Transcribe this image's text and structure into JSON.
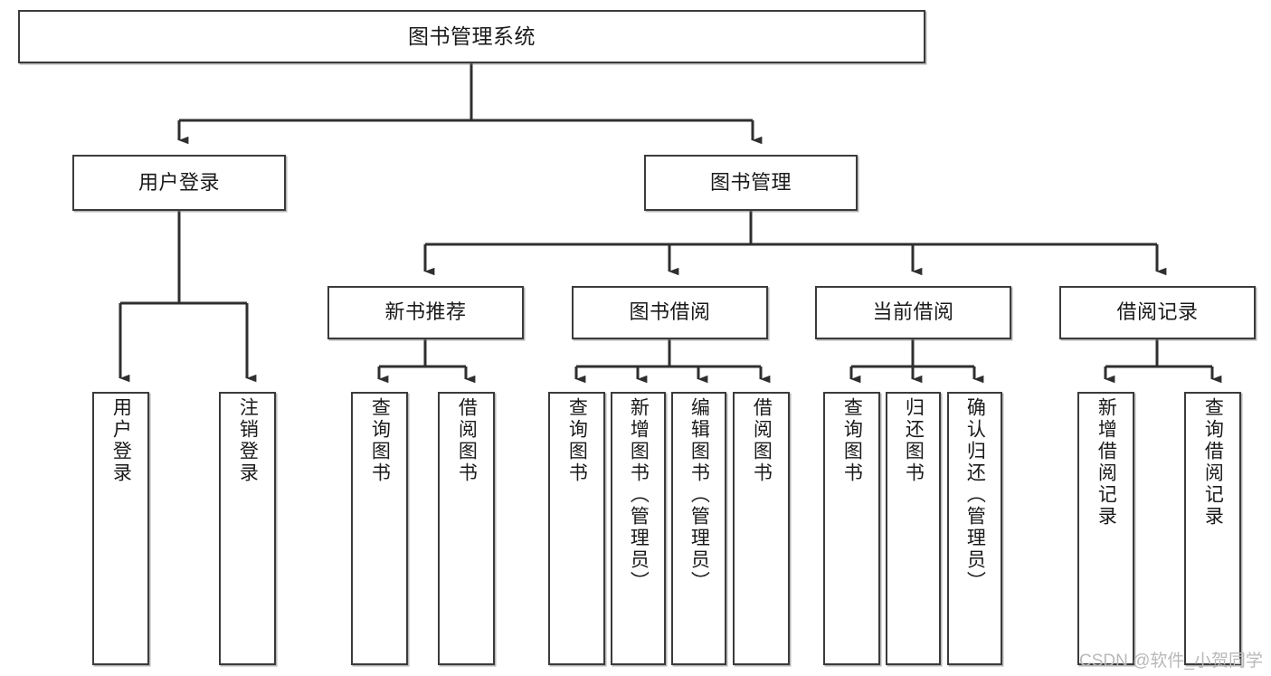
{
  "diagram": {
    "title": "图书管理系统",
    "colors": {
      "box_border": "#3b3b3b",
      "box_fill": "#ffffff",
      "edge": "#2f2f2f",
      "text": "#1a1a1a",
      "watermark": "#b9b9b9"
    },
    "root": {
      "label": "图书管理系统"
    },
    "level1": [
      {
        "label": "用户登录"
      },
      {
        "label": "图书管理"
      }
    ],
    "level2": [
      {
        "label": "新书推荐"
      },
      {
        "label": "图书借阅"
      },
      {
        "label": "当前借阅"
      },
      {
        "label": "借阅记录"
      }
    ],
    "leaves": {
      "user_login": [
        {
          "label": "用户登录"
        },
        {
          "label": "注销登录"
        }
      ],
      "new_book": [
        {
          "label": "查询图书"
        },
        {
          "label": "借阅图书"
        }
      ],
      "borrow": [
        {
          "label": "查询图书"
        },
        {
          "label": "新增图书（管理员）"
        },
        {
          "label": "编辑图书（管理员）"
        },
        {
          "label": "借阅图书"
        }
      ],
      "current": [
        {
          "label": "查询图书"
        },
        {
          "label": "归还图书"
        },
        {
          "label": "确认归还（管理员）"
        }
      ],
      "records": [
        {
          "label": "新增借阅记录"
        },
        {
          "label": "查询借阅记录"
        }
      ]
    }
  },
  "watermark": {
    "text": "CSDN @软件_小贺同学"
  }
}
